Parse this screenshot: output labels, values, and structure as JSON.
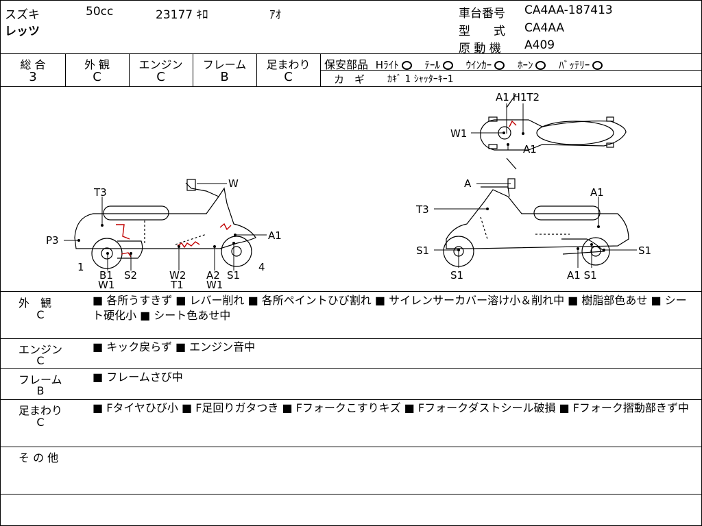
{
  "header": {
    "maker": "スズキ",
    "displacement": "50cc",
    "mileage": "23177 ｷﾛ",
    "color": "ｱｵ",
    "model_name": "レッツ",
    "frame_no_label": "車台番号",
    "frame_no": "CA4AA-187413",
    "type_label": "型　　式",
    "type": "CA4AA",
    "engine_label": "原 動 機",
    "engine": "A409"
  },
  "grades": [
    {
      "label": "総 合",
      "value": "3"
    },
    {
      "label": "外 観",
      "value": "C"
    },
    {
      "label": "エンジン",
      "value": "C"
    },
    {
      "label": "フレーム",
      "value": "B"
    },
    {
      "label": "足まわり",
      "value": "C"
    }
  ],
  "safety": {
    "title": "保安部品",
    "items": [
      "Hﾗｲﾄ",
      "ﾃｰﾙ",
      "ｳｲﾝｶｰ",
      "ﾎｰﾝ",
      "ﾊﾞｯﾃﾘｰ"
    ],
    "key_label": "カ　ギ",
    "key_value": "ｶｷﾞ 1 ｼｬｯﾀｰｷｰ1"
  },
  "diagram_labels": {
    "top": [
      "A1 H1T2",
      "W1",
      "A1"
    ],
    "left": [
      "W",
      "T3",
      "A1",
      "P3",
      "1",
      "4",
      "B1",
      "W1",
      "S2",
      "W2",
      "T1",
      "A2",
      "W1",
      "S1"
    ],
    "right": [
      "A",
      "A1",
      "T3",
      "S1",
      "S1",
      "S1",
      "A1 S1"
    ]
  },
  "sections": [
    {
      "label": "外　観",
      "grade": "C",
      "text": "■ 各所うすきず ■ レバー削れ ■ 各所ペイントひび割れ ■ サイレンサーカバー溶け小＆削れ中 ■ 樹脂部色あせ ■ シート硬化小 ■ シート色あせ中"
    },
    {
      "label": "エンジン",
      "grade": "C",
      "text": "■ キック戻らず ■ エンジン音中"
    },
    {
      "label": "フレーム",
      "grade": "B",
      "text": "■ フレームさび中"
    },
    {
      "label": "足まわり",
      "grade": "C",
      "text": "■ Fタイヤひび小 ■ F足回りガタつき ■ Fフォークこすりキズ ■ Fフォークダストシール破損 ■ Fフォーク摺動部きず中"
    },
    {
      "label": "そ の 他",
      "grade": "",
      "text": ""
    }
  ]
}
